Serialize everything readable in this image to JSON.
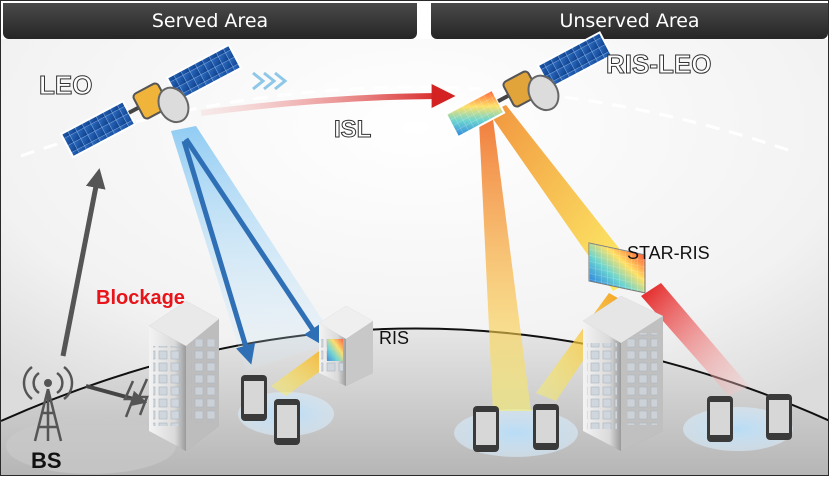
{
  "header": {
    "served_area": "Served Area",
    "unserved_area": "Unserved Area"
  },
  "labels": {
    "leo": "LEO",
    "ris_leo": "RIS-LEO",
    "isl": "ISL",
    "blockage": "Blockage",
    "ris": "RIS",
    "star_ris": "STAR-RIS",
    "bs": "BS"
  },
  "colors": {
    "blockage": "#e8141a",
    "leo_beam": "#2f6fb5",
    "isl_arrow": "#d42222",
    "uplink_arrow": "#555555"
  },
  "icons": [
    "satellite-icon",
    "ris-satellite-icon",
    "building-icon",
    "ris-panel-icon",
    "smartphone-icon",
    "tower-icon",
    "lightning-icon"
  ]
}
